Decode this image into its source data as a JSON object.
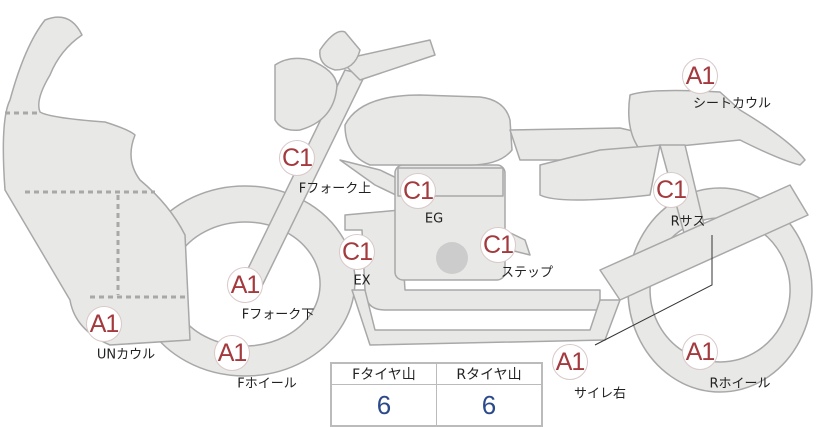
{
  "colors": {
    "body_fill": "#e8e8e6",
    "outline": "#a8a8a8",
    "badge_text": "#a33a3e",
    "value_text": "#2c4a8a"
  },
  "markers": [
    {
      "code": "A1",
      "label": "シートカウル"
    },
    {
      "code": "C1",
      "label": "Fフォーク上"
    },
    {
      "code": "C1",
      "label": "EG"
    },
    {
      "code": "C1",
      "label": "Rサス"
    },
    {
      "code": "C1",
      "label": "EX"
    },
    {
      "code": "C1",
      "label": "ステップ"
    },
    {
      "code": "A1",
      "label": "Fフォーク下"
    },
    {
      "code": "A1",
      "label": "UNカウル"
    },
    {
      "code": "A1",
      "label": "Fホイール"
    },
    {
      "code": "A1",
      "label": "サイレ右"
    },
    {
      "code": "A1",
      "label": "Rホイール"
    }
  ],
  "tread_table": {
    "headers": [
      "Fタイヤ山",
      "Rタイヤ山"
    ],
    "values": [
      "6",
      "6"
    ]
  }
}
